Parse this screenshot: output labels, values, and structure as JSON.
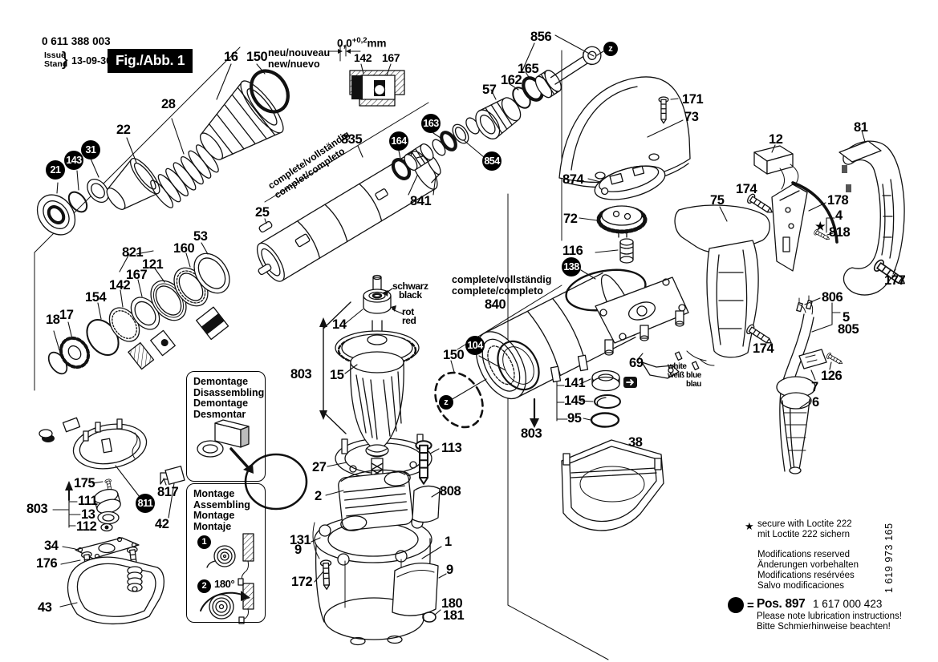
{
  "header": {
    "part_number": "0 611 388 003",
    "issue_label": "Issue",
    "stand_label": "Stand",
    "brace": "}",
    "issue_date": "13-09-30",
    "figure_label": "Fig./Abb. 1"
  },
  "inset": {
    "dim_base": "0,0",
    "dim_sup": "+0,2",
    "dim_unit": "mm",
    "label_142": "142",
    "label_167": "167"
  },
  "notes": {
    "new_line1": "neu/nouveau",
    "new_line2": "new/nuevo",
    "complete_barrel_line1": "complete/vollständig",
    "complete_barrel_line2": "complet/completo",
    "complete_housing_line1": "complete/vollständig",
    "complete_housing_line2": "complete/completo",
    "color_black_de": "schwarz",
    "color_black_en": "black",
    "color_red_de": "rot",
    "color_red_en": "red",
    "color_white_en": "white",
    "color_white_de": "weiß",
    "color_blue_en": "blue",
    "color_blue_de": "blau"
  },
  "boxes": {
    "disassembly": {
      "line1": "Demontage",
      "line2": "Disassembling",
      "line3": "Demontage",
      "line4": "Desmontar"
    },
    "assembly": {
      "line1": "Montage",
      "line2": "Assembling",
      "line3": "Montage",
      "line4": "Montaje",
      "step1": "1",
      "step2": "2",
      "angle": "180°"
    }
  },
  "footer": {
    "star": "★",
    "loctite_line1": "secure with Loctite 222",
    "loctite_line2": "mit Loctite 222 sichern",
    "mods_line1": "Modifications reserved",
    "mods_line2": "Änderungen vorbehalten",
    "mods_line3": "Modifications resérvées",
    "mods_line4": "Salvo modificaciones",
    "doc_number_vertical": "1 619 973 165",
    "pos_eq": "=",
    "pos_label": "Pos. 897",
    "pos_number": "1 617 000 423",
    "lube_line1": "Please note lubrication instructions!",
    "lube_line2": "Bitte Schmierhinweise beachten!"
  },
  "part_labels": {
    "16": "16",
    "150a": "150",
    "28": "28",
    "22": "22",
    "31": "31",
    "143": "143",
    "21": "21",
    "18": "18",
    "17": "17",
    "154": "154",
    "142": "142",
    "167": "167",
    "121": "121",
    "821": "821",
    "160": "160",
    "53": "53",
    "25": "25",
    "835": "835",
    "164": "164",
    "841": "841",
    "163": "163",
    "854": "854",
    "57": "57",
    "162": "162",
    "165": "165",
    "856": "856",
    "za": "z",
    "171": "171",
    "73": "73",
    "874": "874",
    "72": "72",
    "116": "116",
    "138": "138",
    "12": "12",
    "75": "75",
    "174a": "174",
    "178": "178",
    "4": "4",
    "star4": "★",
    "818": "818",
    "81": "81",
    "177": "177",
    "806": "806",
    "5": "5",
    "805": "805",
    "174b": "174",
    "126": "126",
    "7": "7",
    "6": "6",
    "14": "14",
    "15": "15",
    "803a": "803",
    "840": "840",
    "104": "104",
    "150b": "150",
    "zb": "z",
    "803b": "803",
    "141": "141",
    "145": "145",
    "95": "95",
    "27": "27",
    "113": "113",
    "2": "2",
    "808": "808",
    "131": "131",
    "9a": "9",
    "172": "172",
    "1": "1",
    "9b": "9",
    "180": "180",
    "181": "181",
    "175": "175",
    "817": "817",
    "811": "811",
    "803c": "803",
    "111": "111",
    "13": "13",
    "112": "112",
    "42": "42",
    "34": "34",
    "176": "176",
    "43": "43",
    "38": "38",
    "69": "69"
  }
}
